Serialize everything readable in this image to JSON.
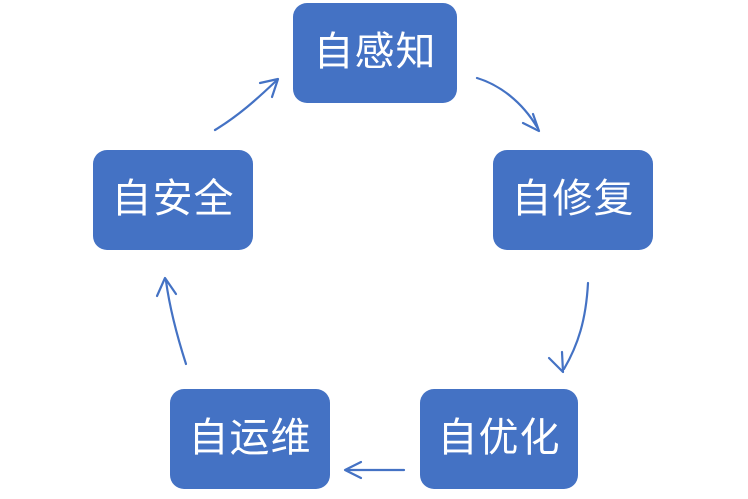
{
  "diagram": {
    "type": "cycle",
    "title": "",
    "background_color": "#FFFFFF",
    "node_fill_color": "#4472C4",
    "node_text_color": "#FFFFFF",
    "arrow_color": "#4472C4",
    "nodes": [
      {
        "id": "self-sense",
        "label": "自感知",
        "position": "top"
      },
      {
        "id": "self-repair",
        "label": "自修复",
        "position": "right-upper"
      },
      {
        "id": "self-optimize",
        "label": "自优化",
        "position": "bottom-right"
      },
      {
        "id": "self-ops",
        "label": "自运维",
        "position": "bottom-left"
      },
      {
        "id": "self-secure",
        "label": "自安全",
        "position": "left-upper"
      }
    ],
    "arrows": [
      {
        "id": "arrow-sense-to-repair",
        "from": "自感知",
        "to": "自修复",
        "direction": "down-right"
      },
      {
        "id": "arrow-repair-to-optimize",
        "from": "自修复",
        "to": "自优化",
        "direction": "down"
      },
      {
        "id": "arrow-optimize-to-ops",
        "from": "自优化",
        "to": "自运维",
        "direction": "left"
      },
      {
        "id": "arrow-ops-to-secure",
        "from": "自运维",
        "to": "自安全",
        "direction": "up"
      },
      {
        "id": "arrow-secure-to-sense",
        "from": "自安全",
        "to": "自感知",
        "direction": "up-right"
      }
    ]
  }
}
